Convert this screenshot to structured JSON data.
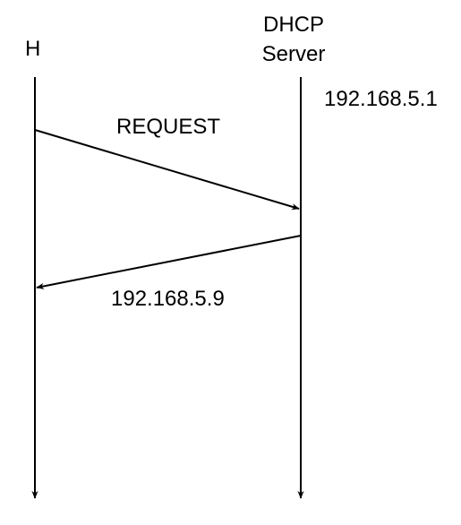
{
  "diagram": {
    "host_label": "H",
    "server_label_line1": "DHCP",
    "server_label_line2": "Server",
    "server_ip": "192.168.5.1",
    "request_label": "REQUEST",
    "reply_label": "192.168.5.9"
  },
  "colors": {
    "line": "#000000",
    "text": "#000000",
    "background": "#ffffff"
  }
}
